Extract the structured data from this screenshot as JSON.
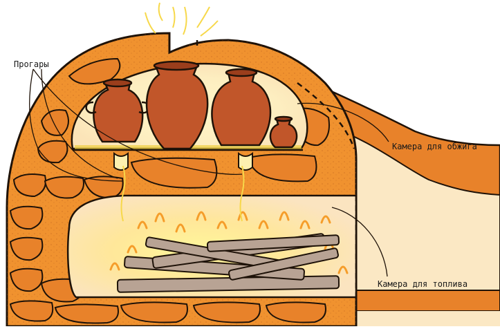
{
  "labels": {
    "progary": "Прогары",
    "firing_chamber": "Камера для обжига",
    "fuel_chamber": "Камера для топлива"
  },
  "colors": {
    "kiln_orange": "#f0922f",
    "stone_orange": "#e8822a",
    "outline": "#1e1208",
    "glow_inner": "#fff2b0",
    "glow_outer": "#fbe9c7",
    "cream": "#fbe8c4",
    "pottery": "#c1562a",
    "pottery_dark": "#9b3e1c",
    "wood": "#b8a394",
    "flame": "#f59d2a",
    "heat_yellow": "#f7d84a"
  },
  "items": {
    "pots": [
      "large-jar-left",
      "tall-jar-center",
      "round-jar-right",
      "small-jar"
    ]
  }
}
